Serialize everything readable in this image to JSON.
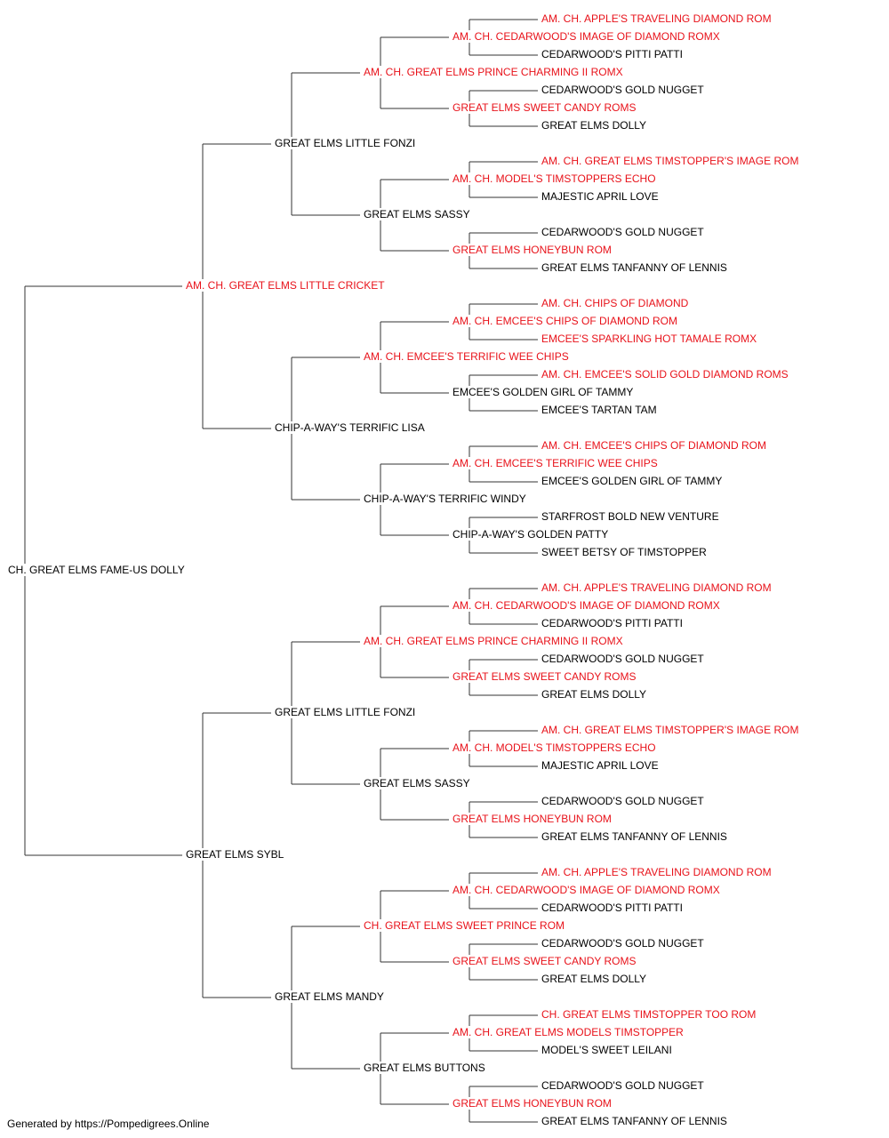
{
  "colors": {
    "champion": "#e8121a",
    "normal": "#000000",
    "line": "#333333"
  },
  "pedigree": {
    "name": "CH. GREAT ELMS FAME-US DOLLY",
    "champion": false,
    "sire": {
      "name": "AM. CH. GREAT ELMS LITTLE CRICKET",
      "champion": true,
      "sire": {
        "name": "GREAT ELMS LITTLE FONZI",
        "champion": false,
        "sire": {
          "name": "AM. CH. GREAT ELMS PRINCE CHARMING II ROMX",
          "champion": true,
          "sire": {
            "name": "AM. CH. CEDARWOOD'S IMAGE OF DIAMOND ROMX",
            "champion": true,
            "sire": {
              "name": "AM. CH. APPLE'S TRAVELING DIAMOND ROM",
              "champion": true
            },
            "dam": {
              "name": "CEDARWOOD'S PITTI PATTI",
              "champion": false
            }
          },
          "dam": {
            "name": "GREAT ELMS SWEET CANDY ROMS",
            "champion": true,
            "sire": {
              "name": "CEDARWOOD'S GOLD NUGGET",
              "champion": false
            },
            "dam": {
              "name": "GREAT ELMS DOLLY",
              "champion": false
            }
          }
        },
        "dam": {
          "name": "GREAT ELMS SASSY",
          "champion": false,
          "sire": {
            "name": "AM. CH. MODEL'S TIMSTOPPERS ECHO",
            "champion": true,
            "sire": {
              "name": "AM. CH. GREAT ELMS TIMSTOPPER'S IMAGE ROM",
              "champion": true
            },
            "dam": {
              "name": "MAJESTIC APRIL LOVE",
              "champion": false
            }
          },
          "dam": {
            "name": "GREAT ELMS HONEYBUN ROM",
            "champion": true,
            "sire": {
              "name": "CEDARWOOD'S GOLD NUGGET",
              "champion": false
            },
            "dam": {
              "name": "GREAT ELMS TANFANNY OF LENNIS",
              "champion": false
            }
          }
        }
      },
      "dam": {
        "name": "CHIP-A-WAY'S TERRIFIC LISA",
        "champion": false,
        "sire": {
          "name": "AM. CH. EMCEE'S TERRIFIC WEE CHIPS",
          "champion": true,
          "sire": {
            "name": "AM. CH. EMCEE'S CHIPS OF DIAMOND ROM",
            "champion": true,
            "sire": {
              "name": "AM. CH. CHIPS OF DIAMOND",
              "champion": true
            },
            "dam": {
              "name": "EMCEE'S SPARKLING HOT TAMALE ROMX",
              "champion": true
            }
          },
          "dam": {
            "name": "EMCEE'S GOLDEN GIRL OF TAMMY",
            "champion": false,
            "sire": {
              "name": "AM. CH. EMCEE'S SOLID GOLD DIAMOND ROMS",
              "champion": true
            },
            "dam": {
              "name": "EMCEE'S TARTAN TAM",
              "champion": false
            }
          }
        },
        "dam": {
          "name": "CHIP-A-WAY'S TERRIFIC WINDY",
          "champion": false,
          "sire": {
            "name": "AM. CH. EMCEE'S TERRIFIC WEE CHIPS",
            "champion": true,
            "sire": {
              "name": "AM. CH. EMCEE'S CHIPS OF DIAMOND ROM",
              "champion": true
            },
            "dam": {
              "name": "EMCEE'S GOLDEN GIRL OF TAMMY",
              "champion": false
            }
          },
          "dam": {
            "name": "CHIP-A-WAY'S GOLDEN PATTY",
            "champion": false,
            "sire": {
              "name": "STARFROST BOLD NEW VENTURE",
              "champion": false
            },
            "dam": {
              "name": "SWEET BETSY OF TIMSTOPPER",
              "champion": false
            }
          }
        }
      }
    },
    "dam": {
      "name": "GREAT ELMS SYBL",
      "champion": false,
      "sire": {
        "name": "GREAT ELMS LITTLE FONZI",
        "champion": false,
        "sire": {
          "name": "AM. CH. GREAT ELMS PRINCE CHARMING II ROMX",
          "champion": true,
          "sire": {
            "name": "AM. CH. CEDARWOOD'S IMAGE OF DIAMOND ROMX",
            "champion": true,
            "sire": {
              "name": "AM. CH. APPLE'S TRAVELING DIAMOND ROM",
              "champion": true
            },
            "dam": {
              "name": "CEDARWOOD'S PITTI PATTI",
              "champion": false
            }
          },
          "dam": {
            "name": "GREAT ELMS SWEET CANDY ROMS",
            "champion": true,
            "sire": {
              "name": "CEDARWOOD'S GOLD NUGGET",
              "champion": false
            },
            "dam": {
              "name": "GREAT ELMS DOLLY",
              "champion": false
            }
          }
        },
        "dam": {
          "name": "GREAT ELMS SASSY",
          "champion": false,
          "sire": {
            "name": "AM. CH. MODEL'S TIMSTOPPERS ECHO",
            "champion": true,
            "sire": {
              "name": "AM. CH. GREAT ELMS TIMSTOPPER'S IMAGE ROM",
              "champion": true
            },
            "dam": {
              "name": "MAJESTIC APRIL LOVE",
              "champion": false
            }
          },
          "dam": {
            "name": "GREAT ELMS HONEYBUN ROM",
            "champion": true,
            "sire": {
              "name": "CEDARWOOD'S GOLD NUGGET",
              "champion": false
            },
            "dam": {
              "name": "GREAT ELMS TANFANNY OF LENNIS",
              "champion": false
            }
          }
        }
      },
      "dam": {
        "name": "GREAT ELMS MANDY",
        "champion": false,
        "sire": {
          "name": "CH. GREAT ELMS SWEET PRINCE ROM",
          "champion": true,
          "sire": {
            "name": "AM. CH. CEDARWOOD'S IMAGE OF DIAMOND ROMX",
            "champion": true,
            "sire": {
              "name": "AM. CH. APPLE'S TRAVELING DIAMOND ROM",
              "champion": true
            },
            "dam": {
              "name": "CEDARWOOD'S PITTI PATTI",
              "champion": false
            }
          },
          "dam": {
            "name": "GREAT ELMS SWEET CANDY ROMS",
            "champion": true,
            "sire": {
              "name": "CEDARWOOD'S GOLD NUGGET",
              "champion": false
            },
            "dam": {
              "name": "GREAT ELMS DOLLY",
              "champion": false
            }
          }
        },
        "dam": {
          "name": "GREAT ELMS BUTTONS",
          "champion": false,
          "sire": {
            "name": "AM. CH. GREAT ELMS MODELS TIMSTOPPER",
            "champion": true,
            "sire": {
              "name": "CH. GREAT ELMS TIMSTOPPER TOO ROM",
              "champion": true
            },
            "dam": {
              "name": "MODEL'S SWEET LEILANI",
              "champion": false
            }
          },
          "dam": {
            "name": "GREAT ELMS HONEYBUN ROM",
            "champion": true,
            "sire": {
              "name": "CEDARWOOD'S GOLD NUGGET",
              "champion": false
            },
            "dam": {
              "name": "GREAT ELMS TANFANNY OF LENNIS",
              "champion": false
            }
          }
        }
      }
    }
  },
  "footer": {
    "text": "Generated by https://Pompedigrees.Online"
  }
}
